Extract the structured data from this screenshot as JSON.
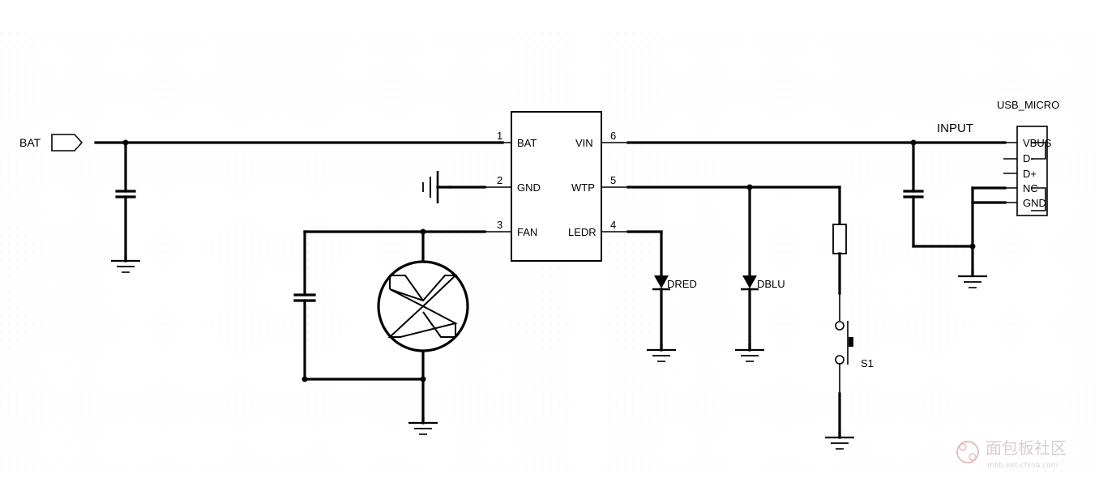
{
  "labels": {
    "bat_port": "BAT",
    "input_net": "INPUT",
    "usb_name": "USB_MICRO",
    "switch_ref": "S1",
    "led_red": "DRED",
    "led_blue": "DBLU"
  },
  "ic": {
    "pins": [
      {
        "num": "1",
        "name": "BAT"
      },
      {
        "num": "2",
        "name": "GND"
      },
      {
        "num": "3",
        "name": "FAN"
      },
      {
        "num": "6",
        "name": "VIN"
      },
      {
        "num": "5",
        "name": "WTP"
      },
      {
        "num": "4",
        "name": "LEDR"
      }
    ]
  },
  "usb": {
    "pins": [
      "VBUS",
      "D-",
      "D+",
      "NC",
      "GND"
    ]
  },
  "watermark": {
    "text": "面包板社区",
    "sub": "mbb.eet-china.com"
  }
}
